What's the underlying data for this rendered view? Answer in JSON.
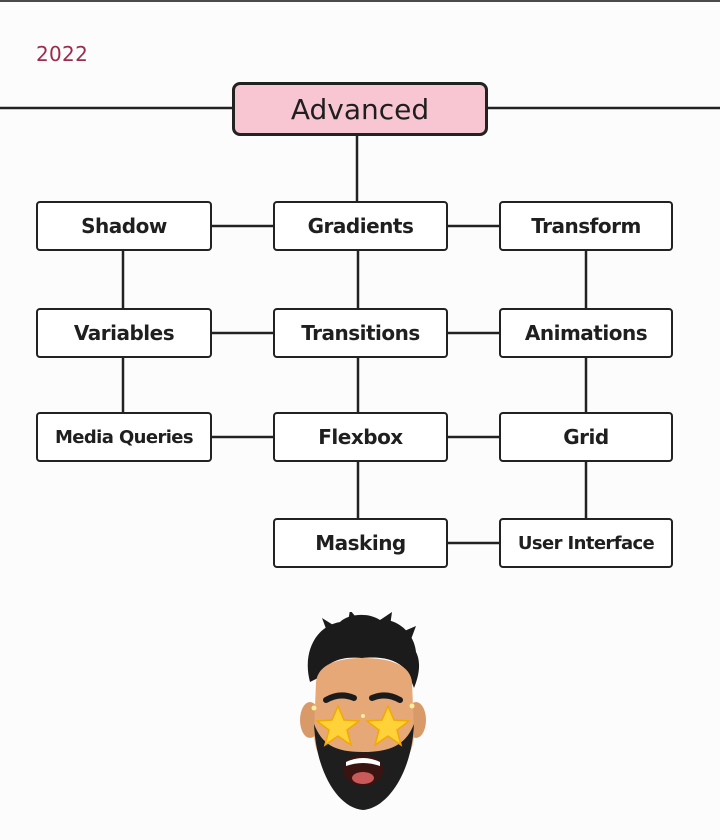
{
  "header": {
    "year": "2022"
  },
  "diagram": {
    "root": "Advanced",
    "nodes": {
      "shadow": "Shadow",
      "gradients": "Gradients",
      "transform": "Transform",
      "variables": "Variables",
      "transitions": "Transitions",
      "animations": "Animations",
      "media_queries": "Media Queries",
      "flexbox": "Flexbox",
      "grid": "Grid",
      "masking": "Masking",
      "user_interface": "User Interface"
    }
  },
  "colors": {
    "root_fill": "#f8c6d2",
    "year_text": "#9b2c4c",
    "line": "#222222"
  },
  "avatar": {
    "icon": "memoji-star-eyes-icon"
  }
}
